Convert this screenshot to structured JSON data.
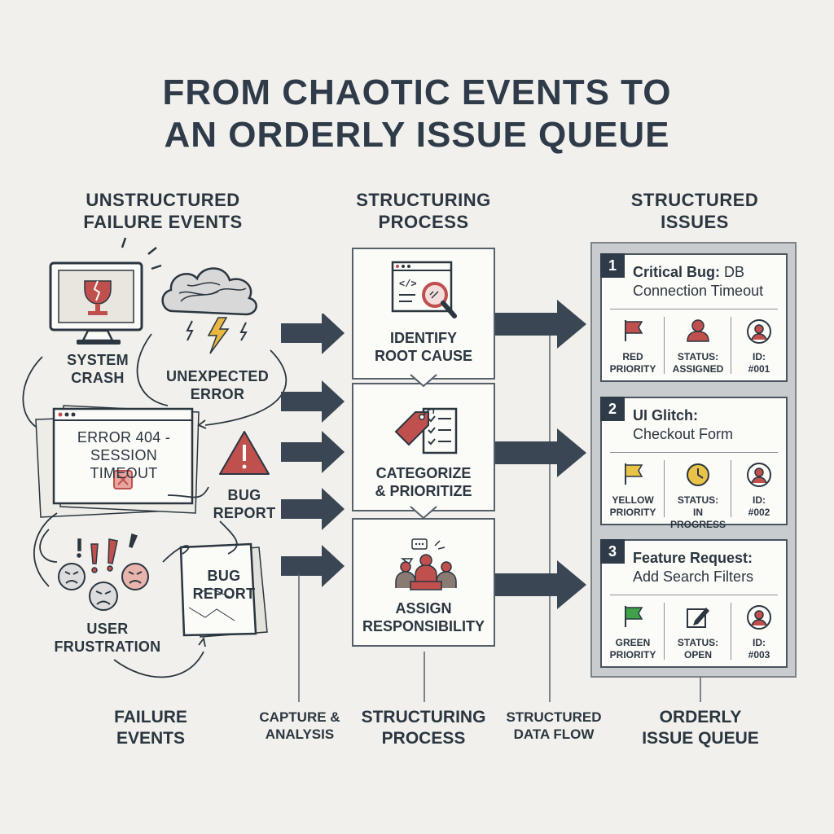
{
  "title": {
    "line1": "FROM CHAOTIC EVENTS TO",
    "line2": "AN ORDERLY ISSUE QUEUE"
  },
  "columns": {
    "left": {
      "line1": "UNSTRUCTURED",
      "line2": "FAILURE EVENTS"
    },
    "middle": {
      "line1": "STRUCTURING",
      "line2": "PROCESS"
    },
    "right": {
      "line1": "STRUCTURED",
      "line2": "ISSUES"
    }
  },
  "events": {
    "system_crash": {
      "line1": "SYSTEM",
      "line2": "CRASH"
    },
    "unexpected_error": {
      "line1": "UNEXPECTED",
      "line2": "ERROR"
    },
    "error_window": {
      "line1": "ERROR 404 -",
      "line2": "SESSION TIMEOUT"
    },
    "bug_report_1": {
      "line1": "BUG",
      "line2": "REPORT"
    },
    "bug_report_2": {
      "line1": "BUG",
      "line2": "REPORT"
    },
    "user_frustration": {
      "line1": "USER",
      "line2": "FRUSTRATION"
    }
  },
  "process": [
    {
      "line1": "IDENTIFY",
      "line2": "ROOT CAUSE"
    },
    {
      "line1": "CATEGORIZE",
      "line2": "& PRIORITIZE"
    },
    {
      "line1": "ASSIGN",
      "line2": "RESPONSIBILITY"
    }
  ],
  "issues": [
    {
      "num": "1",
      "title_bold": "Critical Bug:",
      "title_rest": " DB",
      "title_line2": "Connection Timeout",
      "priority": {
        "line1": "RED",
        "line2": "PRIORITY"
      },
      "status": {
        "line1": "STATUS:",
        "line2": "ASSIGNED"
      },
      "id": {
        "line1": "ID:",
        "line2": "#001"
      }
    },
    {
      "num": "2",
      "title_bold": "UI Glitch:",
      "title_rest": "",
      "title_line2": "Checkout Form",
      "priority": {
        "line1": "YELLOW",
        "line2": "PRIORITY"
      },
      "status": {
        "line1": "STATUS:",
        "line2": "IN PROGRESS"
      },
      "id": {
        "line1": "ID:",
        "line2": "#002"
      }
    },
    {
      "num": "3",
      "title_bold": "Feature Request:",
      "title_rest": "",
      "title_line2": "Add Search Filters",
      "priority": {
        "line1": "GREEN",
        "line2": "PRIORITY"
      },
      "status": {
        "line1": "STATUS:",
        "line2": "OPEN"
      },
      "id": {
        "line1": "ID:",
        "line2": "#003"
      }
    }
  ],
  "footer": {
    "failure_events": {
      "line1": "FAILURE",
      "line2": "EVENTS"
    },
    "capture": {
      "line1": "CAPTURE &",
      "line2": "ANALYSIS"
    },
    "structuring": {
      "line1": "STRUCTURING",
      "line2": "PROCESS"
    },
    "data_flow": {
      "line1": "STRUCTURED",
      "line2": "DATA FLOW"
    },
    "queue": {
      "line1": "ORDERLY",
      "line2": "ISSUE QUEUE"
    }
  },
  "colors": {
    "dark": "#2f3b49",
    "red": "#c0504d",
    "yellow": "#e8c347",
    "green": "#3fa14a",
    "arrow": "#3a4654"
  },
  "icons": [
    "monitor-crash-icon",
    "storm-cloud-icon",
    "warning-icon",
    "code-magnify-icon",
    "tag-checklist-icon",
    "team-meeting-icon",
    "flag-icon",
    "user-icon",
    "clock-icon",
    "edit-icon",
    "avatar-icon"
  ]
}
